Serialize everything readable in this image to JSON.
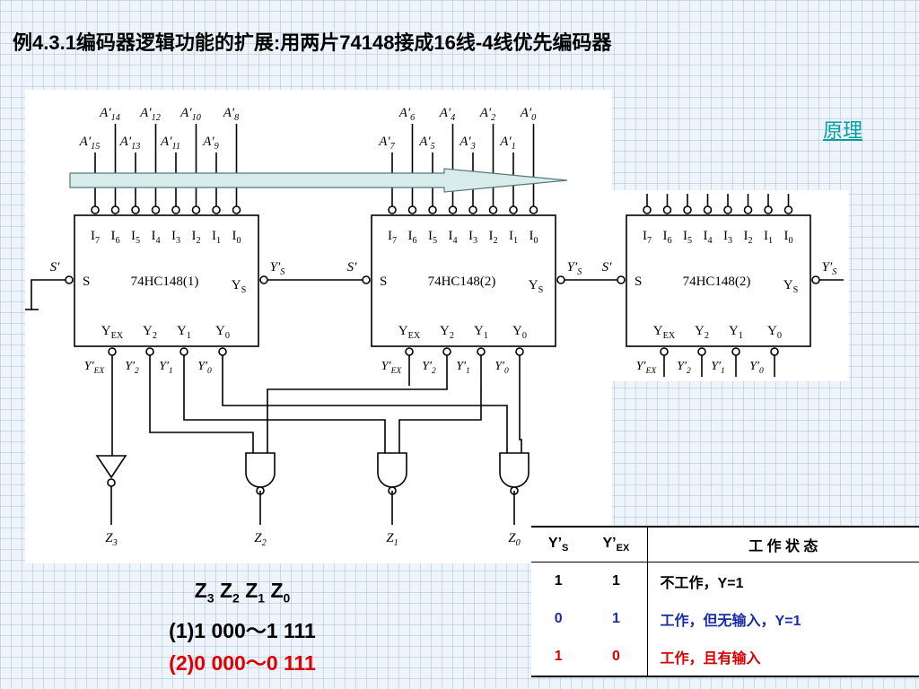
{
  "title": "例4.3.1编码器逻辑功能的扩展:用两片74148接成16线-4线优先编码器",
  "link_label": "原理",
  "diagram": {
    "chip_names": [
      "74HC148(1)",
      "74HC148(2)",
      "74HC148(2)"
    ],
    "input_pins": [
      "I7",
      "I6",
      "I5",
      "I4",
      "I3",
      "I2",
      "I1",
      "I0"
    ],
    "chip1_inputs_top": [
      "A'14",
      "A'12",
      "A'10",
      "A'8"
    ],
    "chip1_inputs_bottom": [
      "A'15",
      "A'13",
      "A'11",
      "A'9"
    ],
    "chip2_inputs_top": [
      "A'6",
      "A'4",
      "A'2",
      "A'0"
    ],
    "chip2_inputs_bottom": [
      "A'7",
      "A'5",
      "A'3",
      "A'1"
    ],
    "enable_in": "S'",
    "enable_pin": "S",
    "enable_out": "Y'S",
    "output_pins": [
      "YEX",
      "Y2",
      "Y1",
      "Y0"
    ],
    "output_labels": [
      "Y'EX",
      "Y'2",
      "Y'1",
      "Y'0"
    ],
    "outputs_z": [
      "Z3",
      "Z2",
      "Z1",
      "Z0"
    ]
  },
  "codes": {
    "header": [
      "Z3",
      "Z2",
      "Z1",
      "Z0"
    ],
    "line1": "(1)1 000～1 111",
    "line2": "(2)0 000～0 111"
  },
  "state_table": {
    "headers": [
      "Y'S",
      "Y'EX",
      "工 作 状 态"
    ],
    "rows": [
      {
        "ys": "1",
        "yex": "1",
        "state": "不工作，Y=1",
        "color": "#000000"
      },
      {
        "ys": "0",
        "yex": "1",
        "state": "工作，但无输入，Y=1",
        "color": "#1a2ba8"
      },
      {
        "ys": "1",
        "yex": "0",
        "state": "工作，且有输入",
        "color": "#d80000"
      }
    ]
  },
  "colors": {
    "link": "#00a0a0",
    "red": "#e00000",
    "blue": "#1a2ba8",
    "arrow_fill": "#d8ecec"
  }
}
